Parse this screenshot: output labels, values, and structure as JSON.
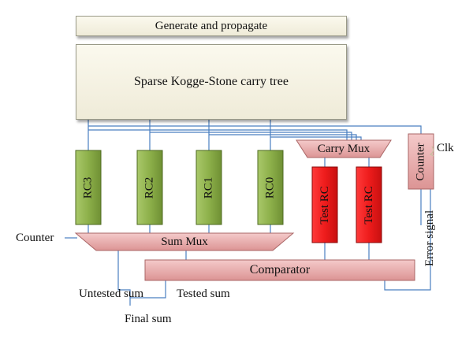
{
  "blocks": {
    "generate_propagate": "Generate and propagate",
    "carry_tree": "Sparse Kogge-Stone carry tree",
    "rc3": "RC3",
    "rc2": "RC2",
    "rc1": "RC1",
    "rc0": "RC0",
    "carry_mux": "Carry Mux",
    "test_rc_1": "Test RC",
    "test_rc_2": "Test RC",
    "counter_box": "Counter",
    "sum_mux": "Sum Mux",
    "comparator": "Comparator"
  },
  "labels": {
    "clk": "Clk",
    "counter_in": "Counter",
    "error_signal": "Error signal",
    "untested_sum": "Untested sum",
    "tested_sum": "Tested sum",
    "final_sum": "Final sum"
  },
  "colors": {
    "wire": "#4a7fc0",
    "rc_green": "#8db04a",
    "test_red": "#ee1c1c",
    "pink": "#e6a8a8",
    "beige": "#f6f3e3"
  }
}
